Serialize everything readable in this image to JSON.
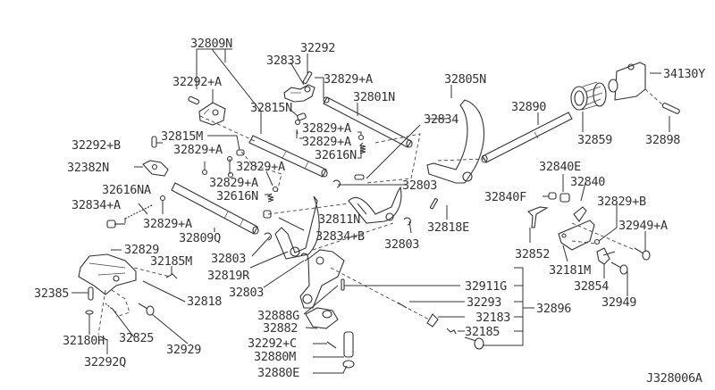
{
  "diagram": {
    "reference_code": "J328006A",
    "labels": {
      "p32809N": "32809N",
      "p32292": "32292",
      "p32833": "32833",
      "p32829A_top": "32829+A",
      "p32292A": "32292+A",
      "p32801N": "32801N",
      "p32805N": "32805N",
      "p34130Y": "34130Y",
      "p32815N": "32815N",
      "p32834": "32834",
      "p32890": "32890",
      "p32829A_2": "32829+A",
      "p32829A_3": "32829+A",
      "p32815M": "32815M",
      "p32292B": "32292+B",
      "p32616N_1": "32616N",
      "p32859": "32859",
      "p32898": "32898",
      "p32829A_4": "32829+A",
      "p32829A_5": "32829+A",
      "p32382N": "32382N",
      "p32840E": "32840E",
      "p32829A_6": "32829+A",
      "p32803_1": "32803",
      "p32616N_2": "32616N",
      "p32840": "32840",
      "p32840F": "32840F",
      "p32616NA": "32616NA",
      "p32829B": "32829+B",
      "p32834A": "32834+A",
      "p32811N": "32811N",
      "p32829A_7": "32829+A",
      "p32818E": "32818E",
      "p32949A": "32949+A",
      "p32834B": "32834+B",
      "p32809Q": "32809Q",
      "p32829": "32829",
      "p32803_2": "32803",
      "p32803_3": "32803",
      "p32852": "32852",
      "p32185M": "32185M",
      "p32181M": "32181M",
      "p32819R": "32819R",
      "p32911G": "32911G",
      "p32385": "32385",
      "p32818": "32818",
      "p32803_4": "32803",
      "p32854": "32854",
      "p32293": "32293",
      "p32896": "32896",
      "p32949": "32949",
      "p32888G": "32888G",
      "p32183": "32183",
      "p32882": "32882",
      "p32180H": "32180H",
      "p32825": "32825",
      "p32929": "32929",
      "p32185": "32185",
      "p32292C": "32292+C",
      "p32292Q": "32292Q",
      "p32880M": "32880M",
      "p32880E": "32880E"
    }
  }
}
